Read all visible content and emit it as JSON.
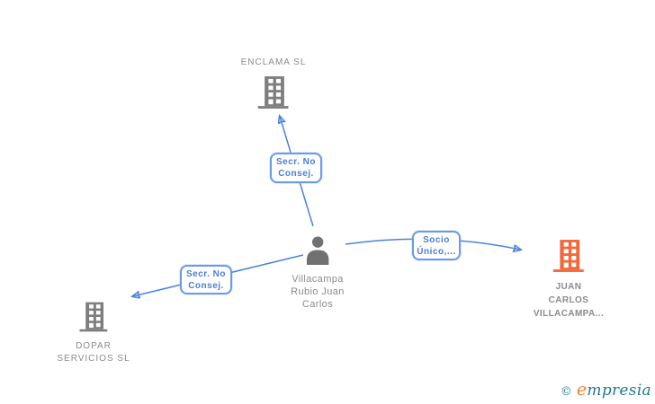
{
  "diagram_title": "company-relationships-graph",
  "nodes": {
    "enclama": {
      "type": "company",
      "icon": "building-icon",
      "label": "ENCLAMA SL"
    },
    "person": {
      "type": "person",
      "icon": "person-icon",
      "line1": "Villacampa",
      "line2": "Rubio Juan",
      "line3": "Carlos"
    },
    "juan_carlos": {
      "type": "company",
      "icon": "building-icon-highlighted",
      "line1": "JUAN",
      "line2": "CARLOS",
      "line3": "VILLACAMPA..."
    },
    "dopar": {
      "type": "company",
      "icon": "building-icon",
      "line1": "DOPAR",
      "line2": "SERVICIOS SL"
    }
  },
  "edge_labels": {
    "to_enclama": {
      "line1": "Secr. No",
      "line2": "Consej."
    },
    "to_dopar": {
      "line1": "Secr. No",
      "line2": "Consej."
    },
    "to_juan_carlos": {
      "line1": "Socio",
      "line2": "Único,..."
    }
  },
  "logo": {
    "copyright": "©",
    "brand_first": "e",
    "brand_rest": "mpresia"
  },
  "colors": {
    "edge_blue": "#4a83db",
    "edge_label_text": "#4a7fd4",
    "edge_label_border": "#6c9be6",
    "company_icon_gray": "#7e7e7e",
    "person_icon_gray": "#717171",
    "node_text_gray": "#8b8b8b",
    "highlight_orange": "#f3683a",
    "logo_teal": "#24788c",
    "logo_orange": "#ef8024",
    "background": "#ffffff"
  }
}
